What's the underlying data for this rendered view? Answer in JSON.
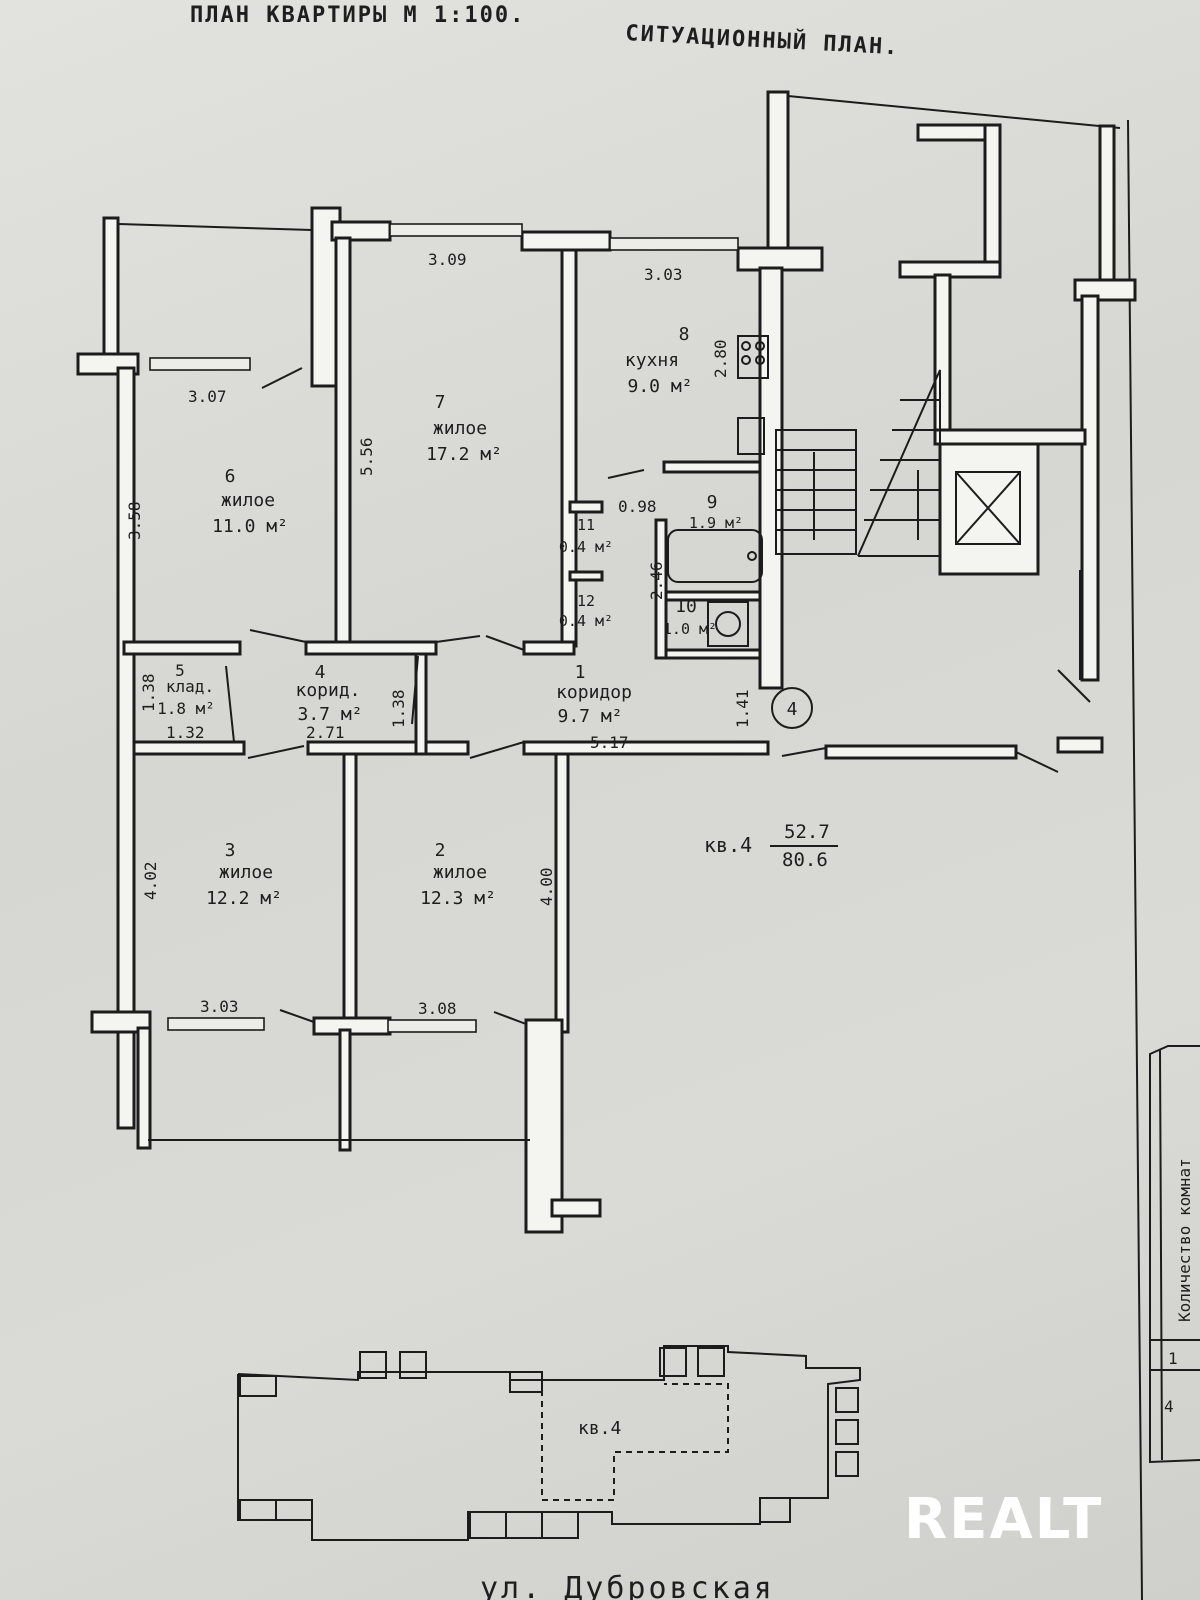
{
  "header": {
    "plan_title": "ПЛАН КВАРТИРЫ М 1:100.",
    "site_plan_title": "СИТУАЦИОННЫЙ ПЛАН."
  },
  "rooms": [
    {
      "number": "1",
      "name": "коридор",
      "area": "9.7 м²"
    },
    {
      "number": "2",
      "name": "жилое",
      "area": "12.3 м²"
    },
    {
      "number": "3",
      "name": "жилое",
      "area": "12.2 м²"
    },
    {
      "number": "4",
      "name": "корид.",
      "area": "3.7 м²"
    },
    {
      "number": "5",
      "name": "клад.",
      "area": "1.8 м²"
    },
    {
      "number": "6",
      "name": "жилое",
      "area": "11.0 м²"
    },
    {
      "number": "7",
      "name": "жилое",
      "area": "17.2 м²"
    },
    {
      "number": "8",
      "name": "кухня",
      "area": "9.0 м²"
    },
    {
      "number": "9",
      "name": "",
      "area": "1.9 м²"
    },
    {
      "number": "10",
      "name": "",
      "area": "1.0 м²"
    },
    {
      "number": "11",
      "name": "",
      "area": "0.4 м²"
    },
    {
      "number": "12",
      "name": "",
      "area": "0.4 м²"
    }
  ],
  "dimensions": {
    "d_309": "3.09",
    "d_303_top": "3.03",
    "d_307": "3.07",
    "d_556": "5.56",
    "d_358": "3.58",
    "d_280": "2.80",
    "d_098": "0.98",
    "d_246": "2.46",
    "d_138_left": "1.38",
    "d_132": "1.32",
    "d_271": "2.71",
    "d_138_mid": "1.38",
    "d_141": "1.41",
    "d_517": "5.17",
    "d_402": "4.02",
    "d_400": "4.00",
    "d_303_bottom": "3.03",
    "d_308": "3.08"
  },
  "apartment": {
    "circle_number": "4",
    "label": "кв.4",
    "living_area": "52.7",
    "total_area": "80.6"
  },
  "site_plan": {
    "apartment_label": "кв.4",
    "street": "ул. Дубровская"
  },
  "side_table": {
    "header": "Количество комнат",
    "row1": "1",
    "row2": "4"
  },
  "watermark": "REALT"
}
